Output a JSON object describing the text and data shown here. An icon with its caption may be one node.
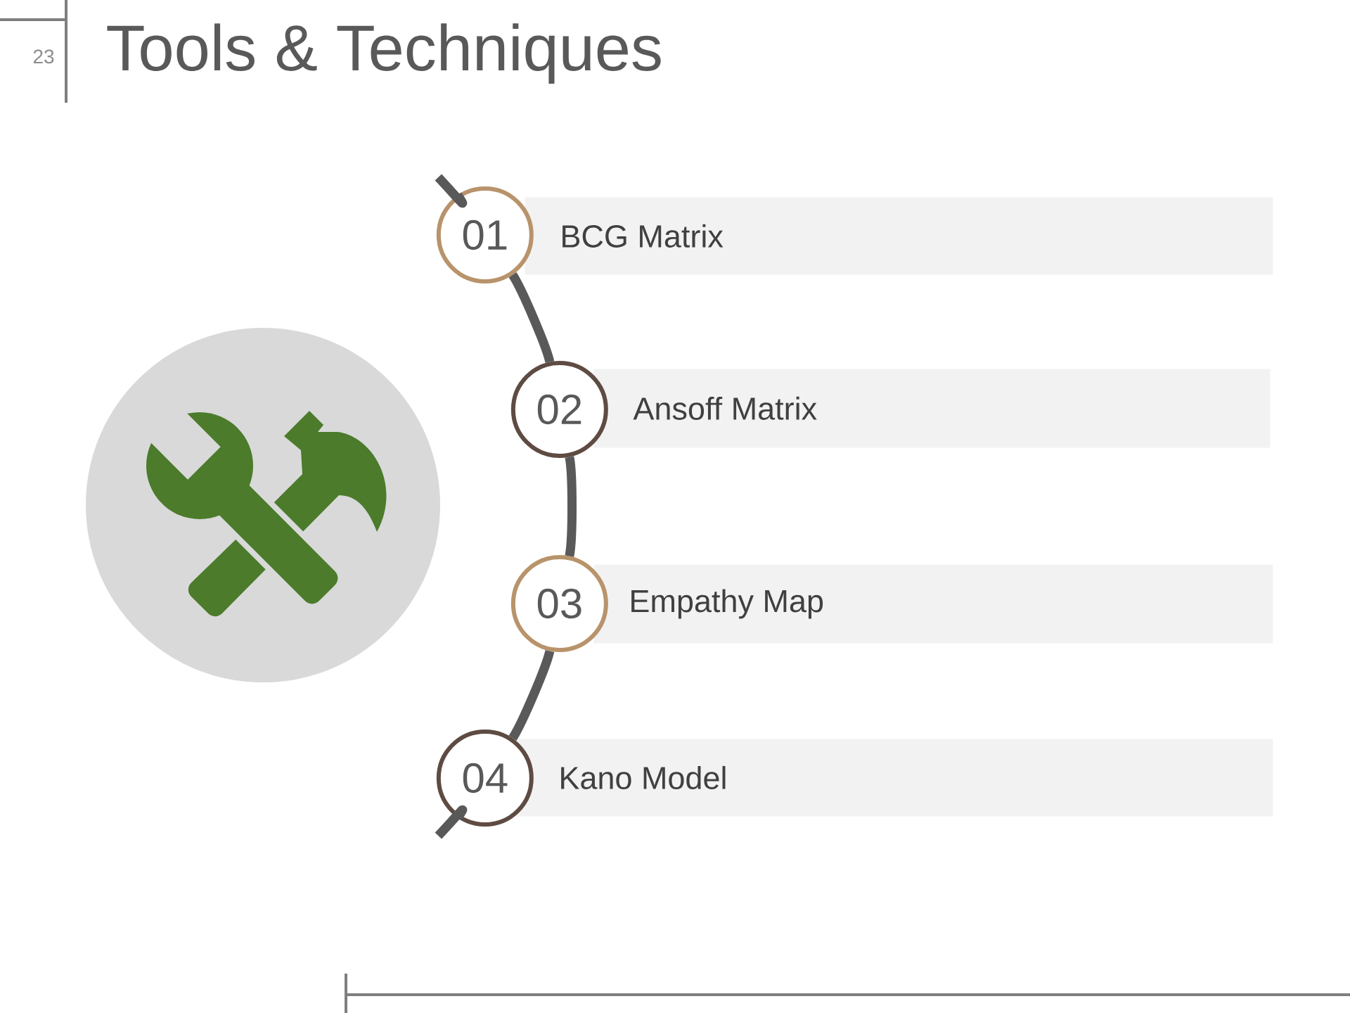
{
  "diagram": {
    "title": "Tools & Techniques",
    "nodes": [
      {
        "text": [
          "01"
        ]
      },
      {
        "text": [
          "BCG Matrix"
        ]
      },
      {
        "text": [
          "02"
        ]
      },
      {
        "text": [
          "Ansoff Matrix"
        ]
      },
      {
        "text": [
          "03"
        ]
      },
      {
        "text": [
          "Empathy Map"
        ]
      },
      {
        "text": [
          "04"
        ]
      },
      {
        "text": [
          "Kano Model"
        ]
      }
    ],
    "edges": [
      {
        "from": null,
        "to": 0,
        "arrow": "none"
      },
      {
        "from": 0,
        "to": 2,
        "arrow": "none"
      },
      {
        "from": 2,
        "to": 4,
        "arrow": "none"
      },
      {
        "from": 4,
        "to": 6,
        "arrow": "none"
      },
      {
        "from": 6,
        "to": null,
        "arrow": "none"
      }
    ],
    "labels": [
      "23"
    ]
  }
}
